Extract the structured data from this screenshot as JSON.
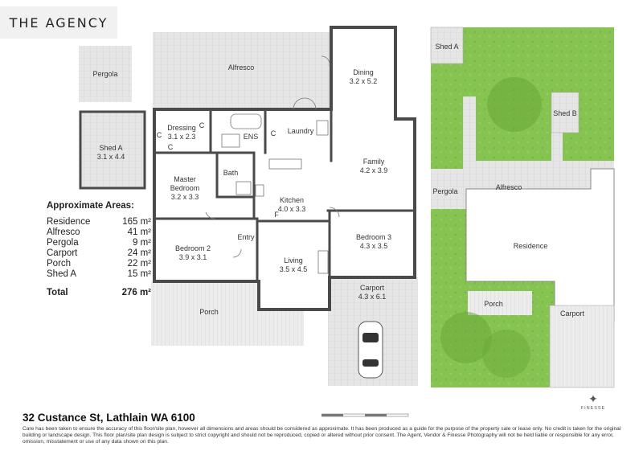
{
  "brand": {
    "logo_text": "THE AGENCY",
    "watermark": "FINESSE"
  },
  "address": "32 Custance St, Lathlain WA 6100",
  "areas": {
    "heading": "Approximate Areas:",
    "rows": [
      {
        "name": "Residence",
        "value": "165 m²"
      },
      {
        "name": "Alfresco",
        "value": "41 m²"
      },
      {
        "name": "Pergola",
        "value": "9 m²"
      },
      {
        "name": "Carport",
        "value": "24 m²"
      },
      {
        "name": "Porch",
        "value": "22 m²"
      },
      {
        "name": "Shed A",
        "value": "15 m²"
      }
    ],
    "total_label": "Total",
    "total_value": "276 m²"
  },
  "floorplan": {
    "pergola": "Pergola",
    "alfresco": "Alfresco",
    "shed_a": {
      "name": "Shed A",
      "dim": "3.1 x 4.4"
    },
    "dressing": {
      "name": "Dressing",
      "dim": "3.1 x 2.3"
    },
    "ens": "ENS",
    "laundry": "Laundry",
    "dining": {
      "name": "Dining",
      "dim": "3.2 x 5.2"
    },
    "family": {
      "name": "Family",
      "dim": "4.2 x 3.9"
    },
    "master": {
      "name": "Master",
      "name2": "Bedroom",
      "dim": "3.2 x 3.3"
    },
    "bath": "Bath",
    "kitchen": {
      "name": "Kitchen",
      "dim": "4.0 x 3.3"
    },
    "entry": "Entry",
    "bedroom2": {
      "name": "Bedroom 2",
      "dim": "3.9 x 3.1"
    },
    "living": {
      "name": "Living",
      "dim": "3.5 x 4.5"
    },
    "bedroom3": {
      "name": "Bedroom 3",
      "dim": "4.3 x 3.5"
    },
    "carport": {
      "name": "Carport",
      "dim": "4.3 x 6.1"
    },
    "porch": "Porch",
    "cupboard": "C",
    "fridge": "F"
  },
  "siteplan": {
    "shed_a": "Shed A",
    "shed_b": "Shed B",
    "pergola": "Pergola",
    "alfresco": "Alfresco",
    "residence": "Residence",
    "porch": "Porch",
    "carport": "Carport"
  },
  "disclaimer": "Care has been taken to ensure the accuracy of this floor/site plan, however all dimensions and areas should be considered as approximate. It has been produced as a guide for the purpose of the property sale or lease only. No credit is taken for the original building or landscape design. This floor plan/site plan design is subject to strict copyright and should not be reproduced, copied or altered without prior consent. The Agent, Vendor & Finesse Photography will not be held liable or responsible for any error, omission, misstatement or use of any data shown on this plan.",
  "colors": {
    "wall": "#4a4a4a",
    "paving": "#e3e3e3",
    "grass": "#7fbf4f",
    "tile": "#dcdcdc"
  }
}
